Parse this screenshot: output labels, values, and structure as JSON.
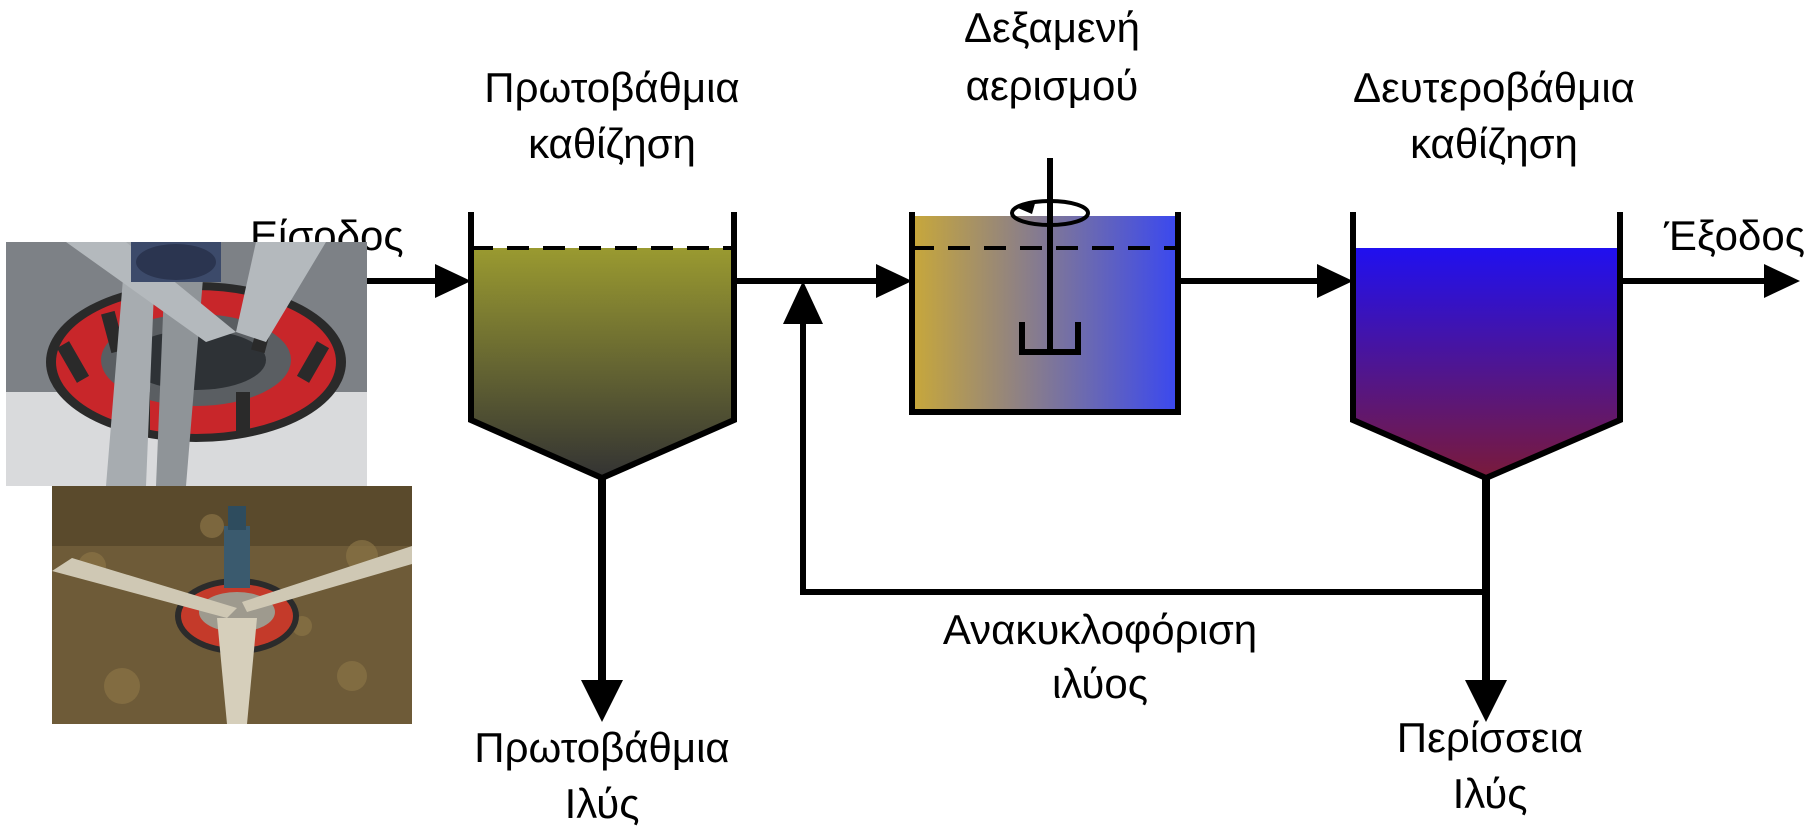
{
  "labels": {
    "inlet": "Είσοδος",
    "outlet": "Έξοδος",
    "primary_clarifier_line1": "Πρωτοβάθμια",
    "primary_clarifier_line2": "καθίζηση",
    "aeration_tank_line1": "Δεξαμενή",
    "aeration_tank_line2": "αερισμού",
    "secondary_clarifier_line1": "Δευτεροβάθμια",
    "secondary_clarifier_line2": "καθίζηση",
    "recirculation_line1": "Ανακυκλοφόριση",
    "recirculation_line2": "ιλύος",
    "primary_sludge_line1": "Πρωτοβάθμια",
    "primary_sludge_line2": "Ιλύς",
    "excess_sludge_line1": "Περίσσεια",
    "excess_sludge_line2": "Ιλύς"
  },
  "colors": {
    "primary_tank_top": "#9a9a30",
    "primary_tank_bottom": "#3a3a3a",
    "aeration_left": "#c8a83a",
    "aeration_right": "#3a48f0",
    "secondary_tank_top": "#2010f0",
    "secondary_tank_bottom": "#7a1a3a"
  },
  "icons": [
    "aerator-photo",
    "aerator-photo"
  ]
}
